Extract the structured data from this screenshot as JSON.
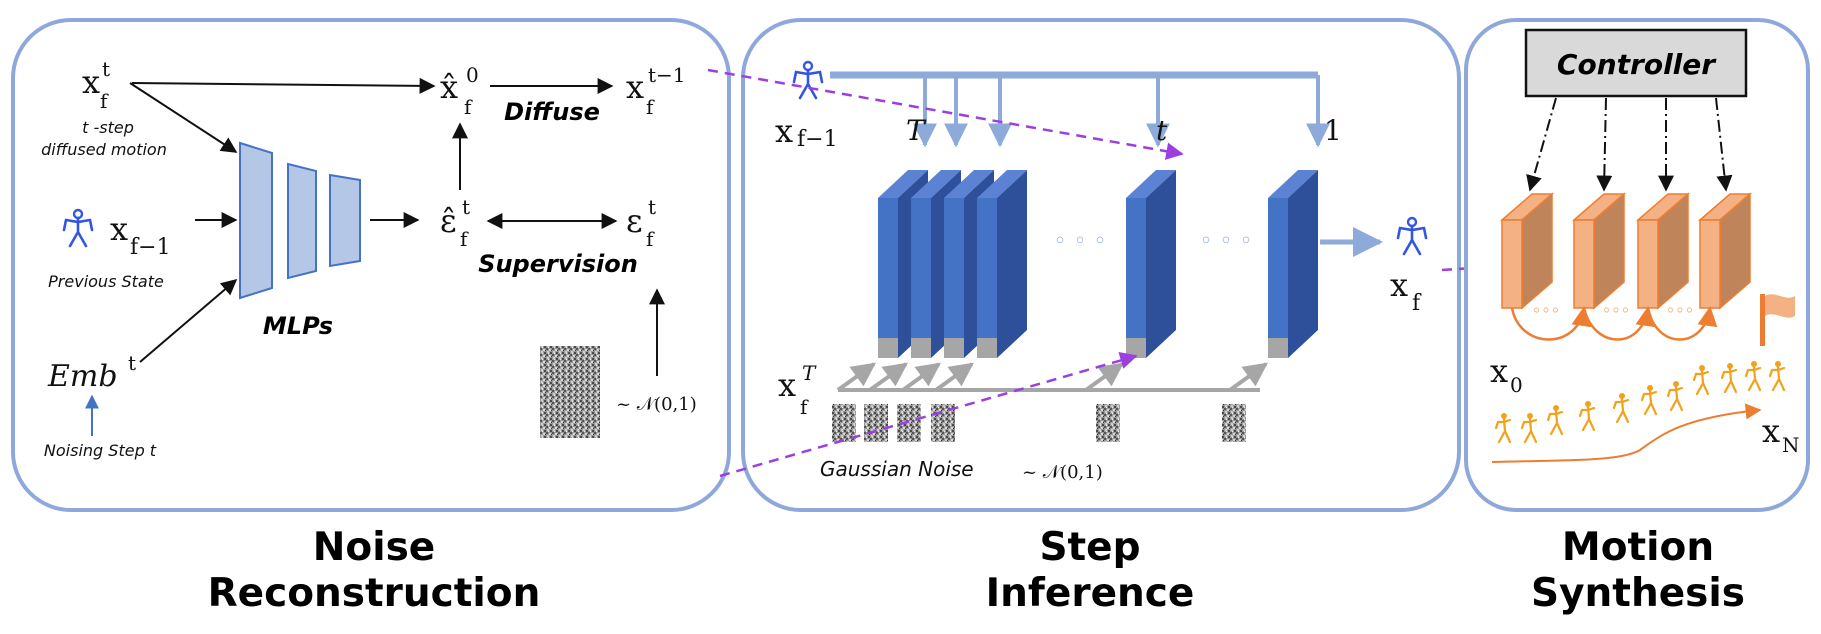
{
  "panels": {
    "noise": {
      "caption_line1": "Noise",
      "caption_line2": "Reconstruction",
      "x_var": "x",
      "x_sub": "f",
      "x_sup": "t",
      "x_desc_line1": "t -step",
      "x_desc_line2": "diffused motion",
      "prev_var": "x",
      "prev_sub": "f−1",
      "prev_desc": "Previous State",
      "emb_text": "Emb",
      "emb_sup": "t",
      "emb_desc": "Noising Step t",
      "mlp_label": "MLPs",
      "xhat_var": "x̂",
      "xhat_sub": "f",
      "xhat_sup": "0",
      "diffuse_label": "Diffuse",
      "next_var": "x",
      "next_sub": "f",
      "next_sup": "t−1",
      "ehat_var": "ε̂",
      "ehat_sub": "f",
      "ehat_sup": "t",
      "eps_var": "ε",
      "eps_sub": "f",
      "eps_sup": "t",
      "supervision_label": "Supervision",
      "normal_label": "~ 𝒩(0,1)"
    },
    "step": {
      "caption_line1": "Step",
      "caption_line2": "Inference",
      "prev_var": "x",
      "prev_sub": "f−1",
      "label_T": "T",
      "label_t": "t",
      "label_1": "1",
      "ellipsis_1": "◦ ◦ ◦",
      "ellipsis_2": "◦ ◦ ◦",
      "xT_var": "x",
      "xT_sub": "f",
      "xT_sup": "T",
      "noise_label": "Gaussian Noise",
      "normal_label": "~ 𝒩(0,1)",
      "out_var": "x",
      "out_sub": "f"
    },
    "motion": {
      "caption_line1": "Motion",
      "caption_line2": "Synthesis",
      "controller_label": "Controller",
      "x0_var": "x",
      "x0_sub": "0",
      "xN_var": "x",
      "xN_sub": "N",
      "dots_1": "◦◦◦",
      "dots_2": "◦◦◦",
      "dots_3": "◦◦◦"
    }
  },
  "colors": {
    "panel_border": "#8fa8dc",
    "block_blue": "#3f64b5",
    "block_blue_side": "#5b82d3",
    "mlp_fill": "#b4c7e7",
    "orange": "#ed7d31",
    "orange_fill": "#c0845a",
    "purple_dash": "#9b3fe0",
    "arrow_light_blue": "#8eaadb"
  }
}
